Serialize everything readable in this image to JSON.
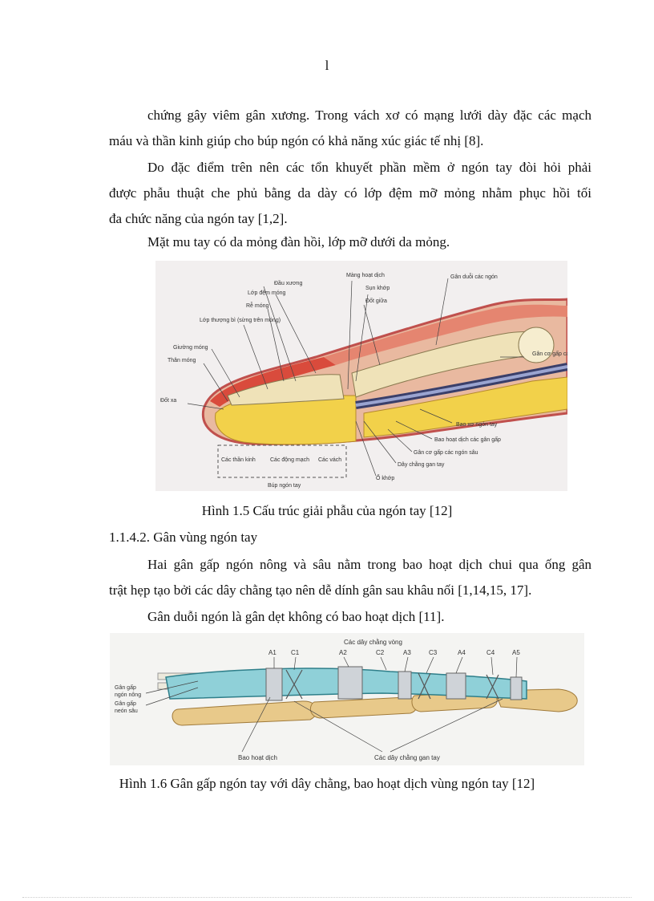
{
  "page_number": "l",
  "paragraphs": [
    {
      "lines": [
        "chứng gây viêm gân xương. Trong vách xơ có mạng lưới dày đặc các mạch",
        "máu và thần kinh giúp cho búp ngón có khả năng xúc giác tế nhị [8]."
      ]
    },
    {
      "lines": [
        "Do đặc điểm trên nên các tổn khuyết phần mềm ở ngón tay đòi hỏi phải",
        "được phẫu thuật che phủ bằng da dày có lớp đệm mỡ mỏng nhằm phục hồi tối",
        "đa chức năng của ngón tay [1,2]."
      ]
    },
    {
      "lines": [
        "Mặt mu tay có da mỏng đàn hồi, lớp mỡ dưới da mỏng."
      ]
    }
  ],
  "figure1": {
    "caption": "Hình 1.5 Cấu trúc giải phẫu của ngón tay [12]",
    "labels": [
      "Đầu xương",
      "Màng hoạt dịch",
      "Lớp đệm móng",
      "Sụn khớp",
      "Rễ móng",
      "Đốt giữa",
      "Lớp thượng bì (sừng trên móng)",
      "Giường móng",
      "Thân móng",
      "Đốt xa",
      "Gân duỗi các ngón",
      "Gân cơ gấp các ngón nông",
      "Bao xơ ngón tay",
      "Bao hoạt dịch các gân gấp",
      "Gân cơ gấp các ngón sâu",
      "Dây chằng gan tay",
      "Ổ khớp",
      "Các thần kinh",
      "Các động mạch",
      "Các vách",
      "Búp ngón tay"
    ]
  },
  "heading": "1.1.4.2. Gân vùng ngón tay",
  "paragraphs2": [
    {
      "lines": [
        "Hai gân gấp ngón nông và sâu nằm trong bao hoạt dịch chui qua ống gân",
        "trật hẹp tạo bởi các dây chằng tạo nên dễ dính gân sau khâu nối [1,14,15, 17]."
      ]
    },
    {
      "lines": [
        "Gân duỗi ngón là gân dẹt không có bao hoạt dịch [11]."
      ]
    }
  ],
  "figure2": {
    "caption": "Hình 1.6 Gân gấp ngón tay với dây chằng, bao hoạt dịch vùng ngón tay [12]",
    "top_label": "Các dây chằng vòng",
    "pulleys": [
      "A1",
      "C1",
      "A2",
      "C2",
      "A3",
      "C3",
      "A4",
      "C4",
      "A5"
    ],
    "left_labels": [
      "Gân gấp",
      "ngón nông",
      "Gân gấp",
      "neón sâu"
    ],
    "bottom_left": "Bao hoạt dịch",
    "bottom_right": "Các dây chằng gan tay"
  }
}
